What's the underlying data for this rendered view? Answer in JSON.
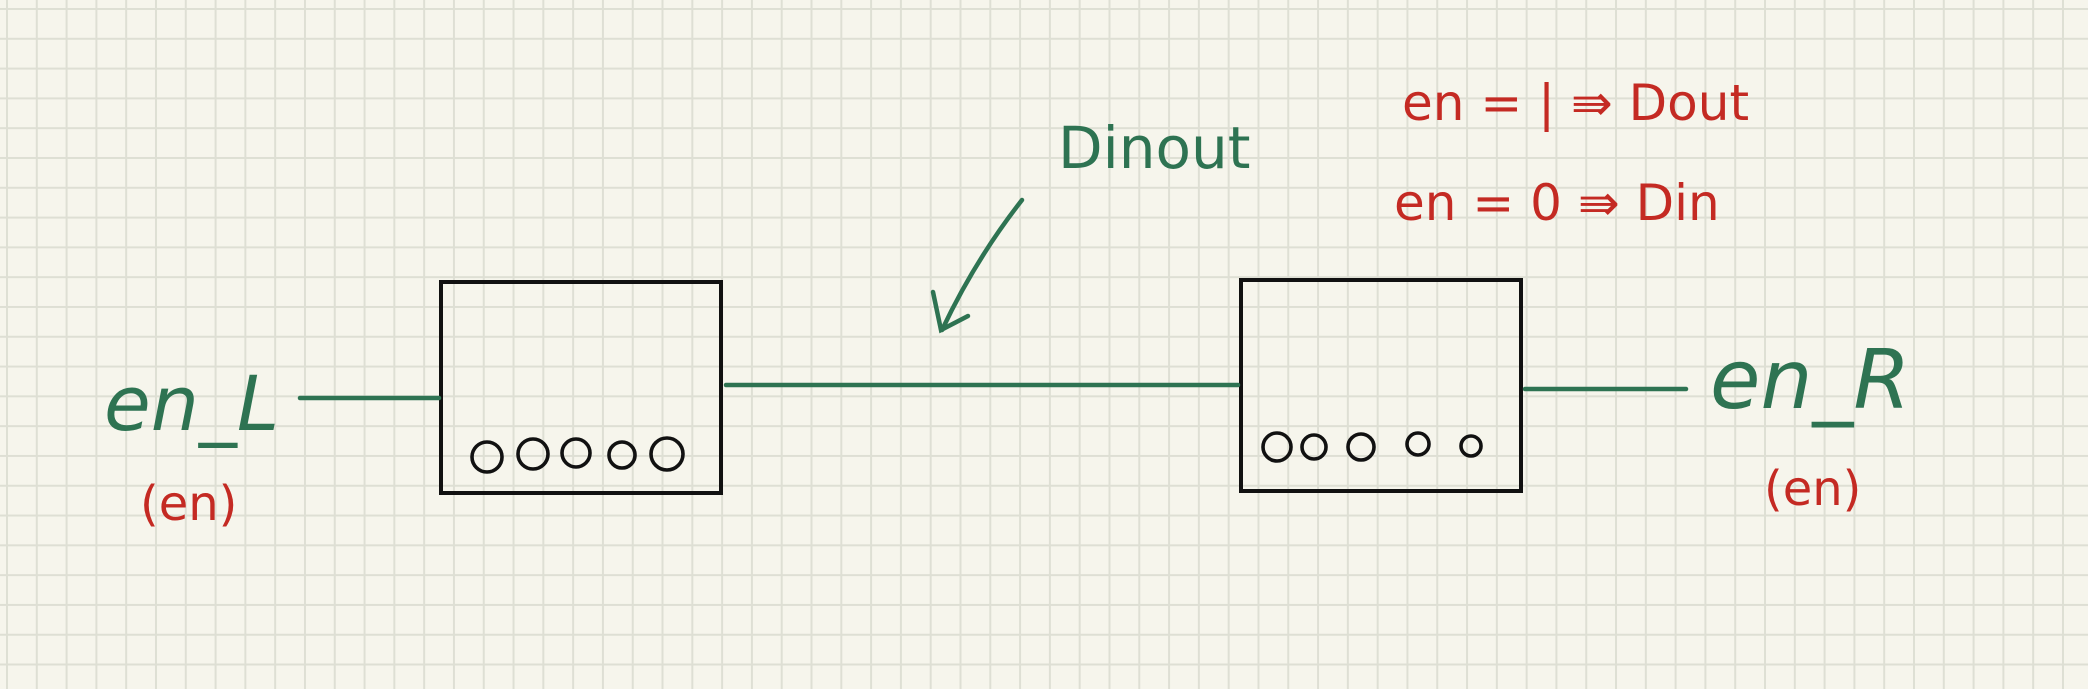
{
  "left_block": {
    "signal": "en_L",
    "signal_note": "(en)",
    "circle_count": 5
  },
  "right_block": {
    "signal": "en_R",
    "signal_note": "(en)",
    "circle_count": 5
  },
  "bus_label": "Dinout",
  "truth_notes": {
    "line1": "en = | ⇛ Dout",
    "line2": "en = 0 ⇛ Din"
  },
  "colors": {
    "background": "#f6f5ec",
    "grid": "#dedfd4",
    "ink_green": "#2e7352",
    "ink_red": "#c42a23",
    "ink_black": "#111111"
  }
}
